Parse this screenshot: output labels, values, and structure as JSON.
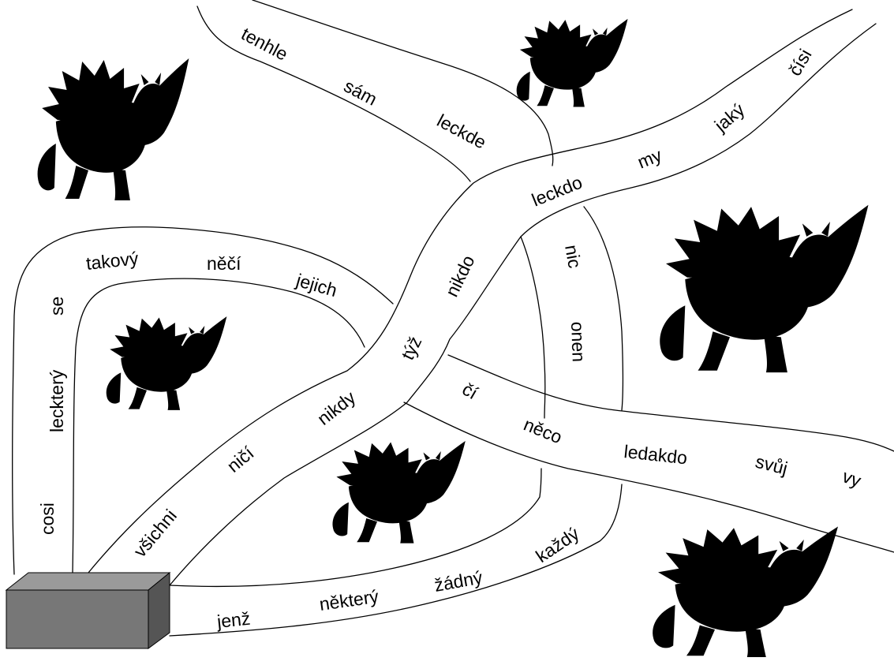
{
  "words": {
    "tenhle": "tenhle",
    "sam": "sám",
    "leckde": "leckde",
    "leckdo": "leckdo",
    "my": "my",
    "jaky": "jaký",
    "cisi": "čísi",
    "nic": "nic",
    "onen": "onen",
    "nikdo": "nikdo",
    "tyz": "týž",
    "nikdy": "nikdy",
    "nici": "ničí",
    "vsichni": "všichni",
    "takovy": "takový",
    "neci": "něčí",
    "jejich": "jejich",
    "se": "se",
    "leckdery": "leckterý",
    "cosi": "cosi",
    "ci": "čí",
    "neco": "něco",
    "ledakdo": "ledakdo",
    "svuj": "svůj",
    "vy": "vy",
    "kazdy": "každý",
    "zadny": "žádný",
    "nektery": "některý",
    "jenz": "jenž"
  },
  "colors": {
    "background": "#ffffff",
    "road_outline": "#000000",
    "start_box_front": "#777777",
    "start_box_top": "#9a9a9a",
    "start_box_side": "#555555"
  },
  "icons": [
    "dragon-icon",
    "start-box-icon"
  ]
}
